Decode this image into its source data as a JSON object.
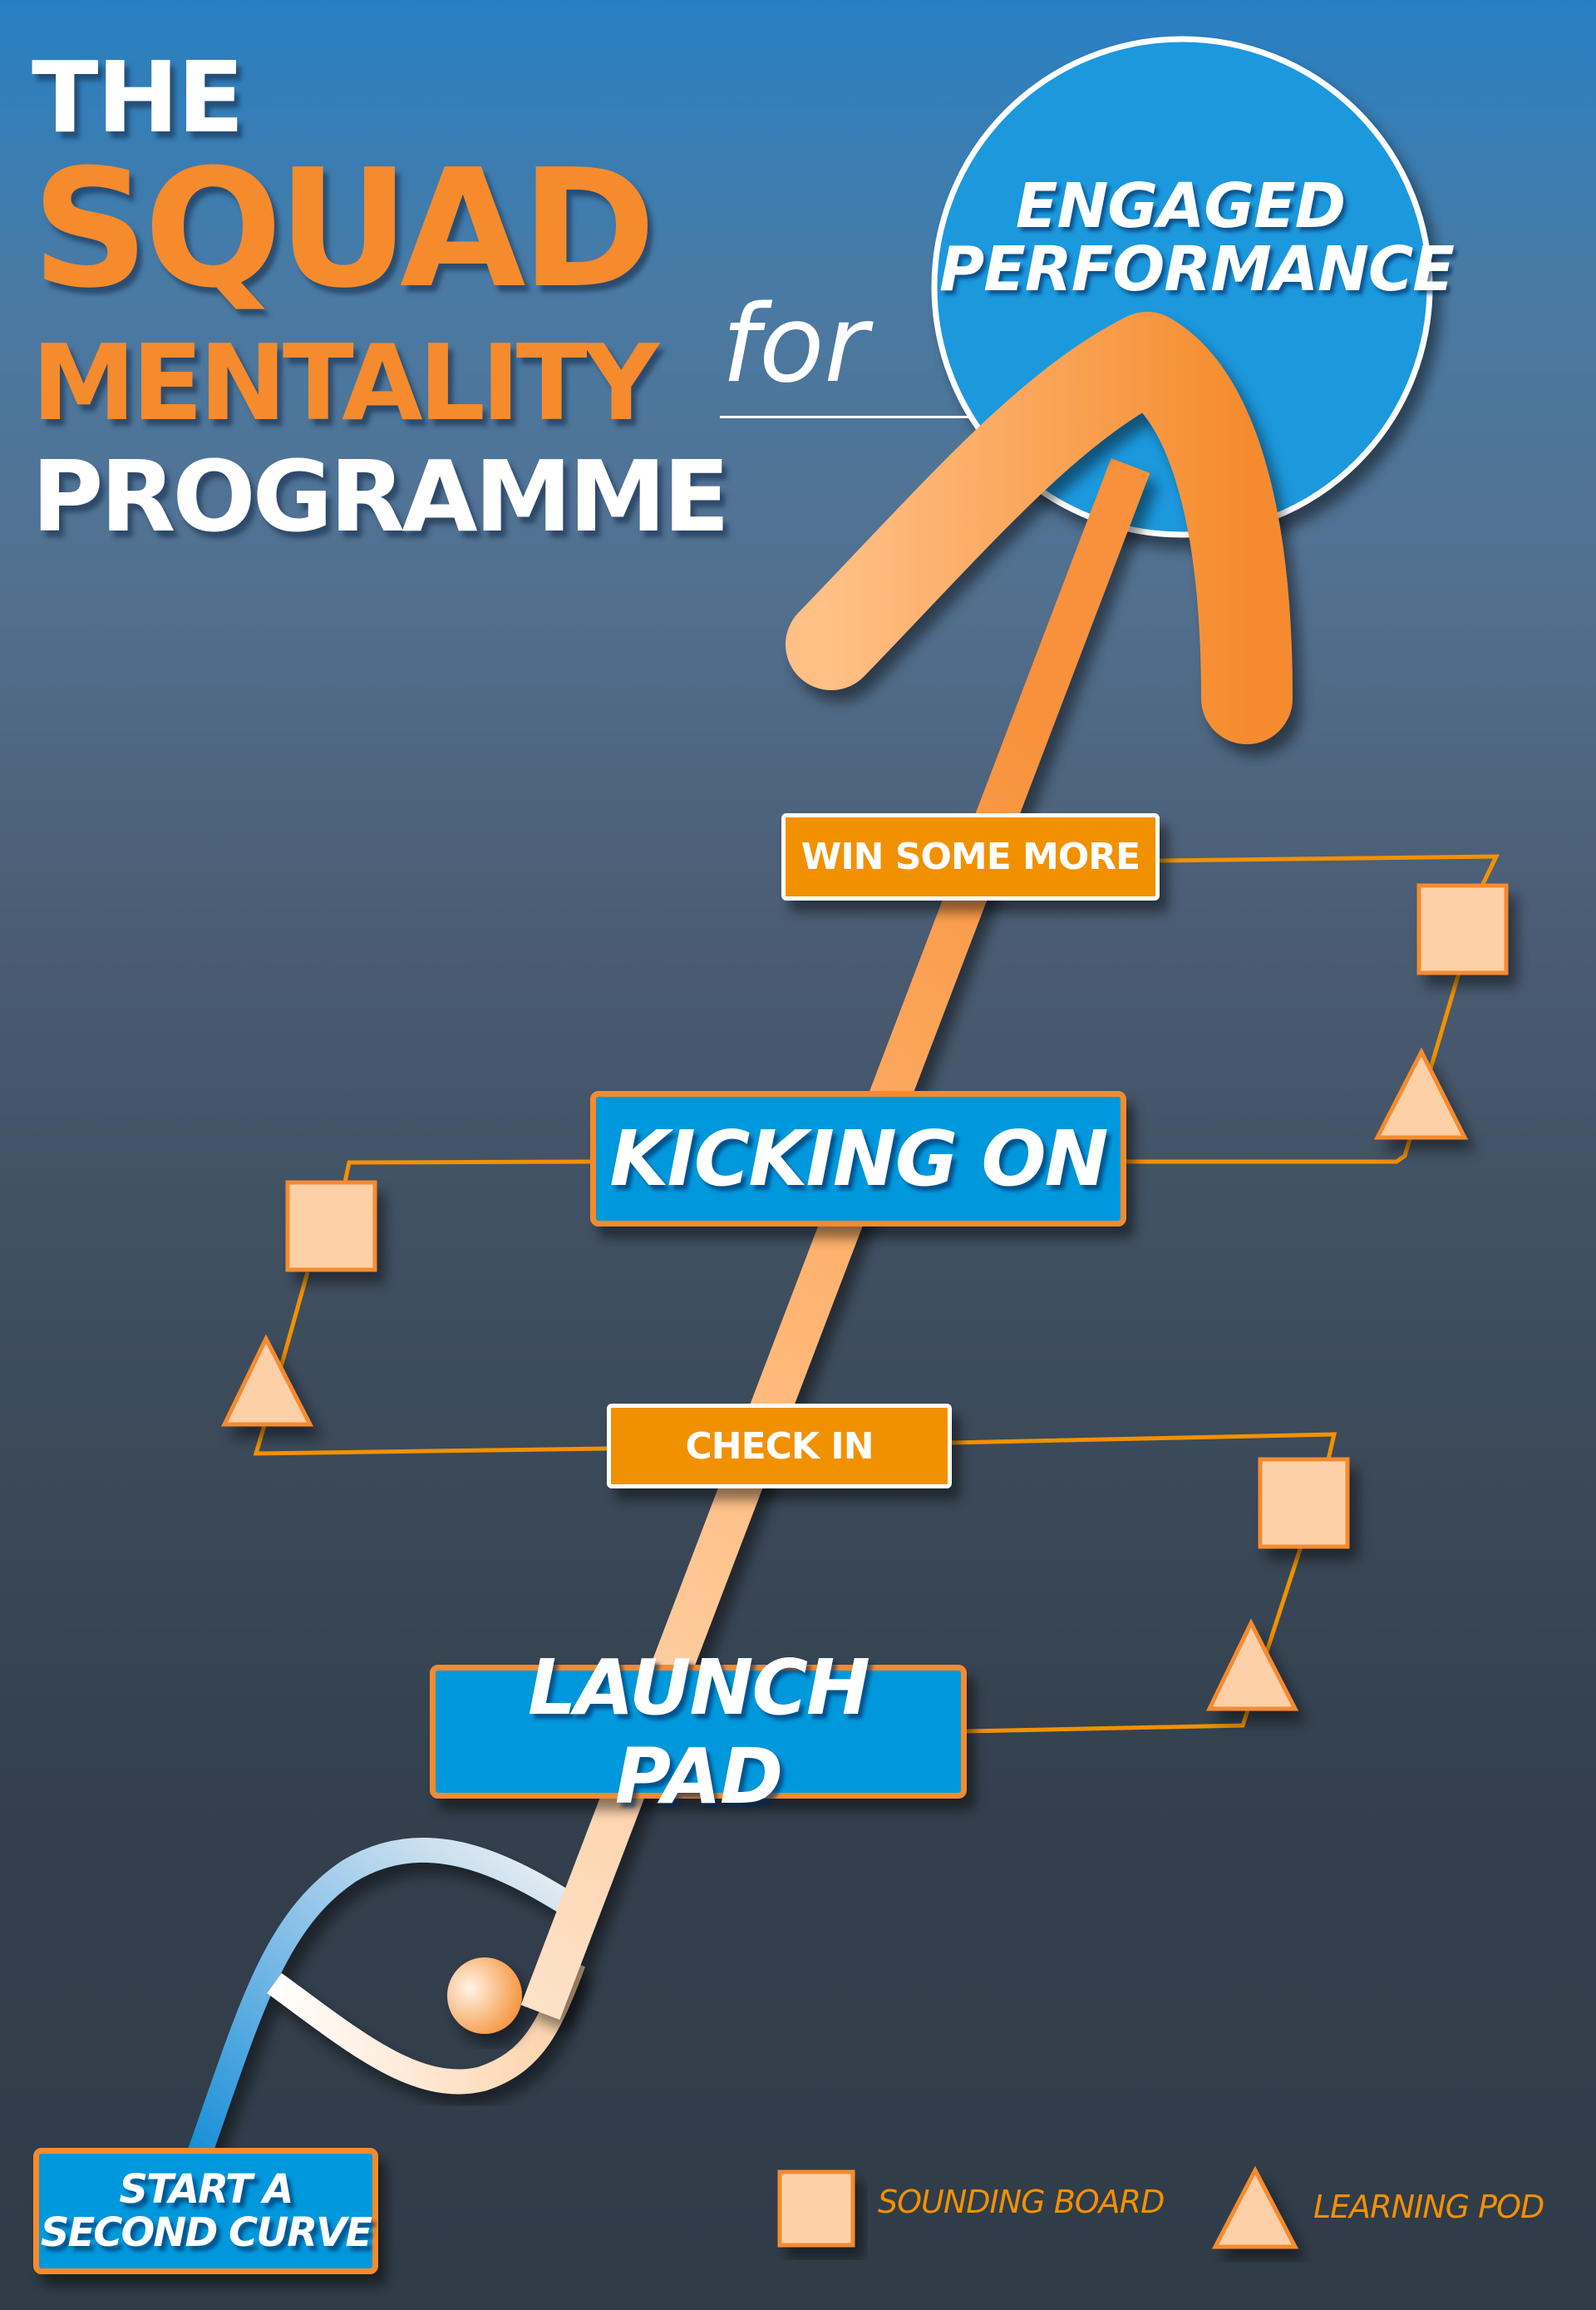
{
  "title": {
    "line1": "THE",
    "line2": "SQUAD",
    "line3": "MENTALITY",
    "line4": "PROGRAMME"
  },
  "connector_word": "for",
  "goal": {
    "line1": "ENGAGED",
    "line2": "PERFORMANCE"
  },
  "stages": [
    {
      "label": "WIN SOME MORE",
      "style": "orange"
    },
    {
      "label": "KICKING ON",
      "style": "blue"
    },
    {
      "label": "CHECK IN",
      "style": "orange"
    },
    {
      "label": "LAUNCH PAD",
      "style": "blue"
    },
    {
      "label_line1": "START A",
      "label_line2": "SECOND CURVE",
      "style": "blue"
    }
  ],
  "legend": [
    {
      "icon": "square-icon",
      "label": "SOUNDING BOARD"
    },
    {
      "icon": "triangle-icon",
      "label": "LEARNING POD"
    }
  ],
  "colors": {
    "orange": "#f58b2d",
    "label_orange": "#f29100",
    "blue": "#0098dc",
    "shape_fill": "#fed0a8"
  }
}
